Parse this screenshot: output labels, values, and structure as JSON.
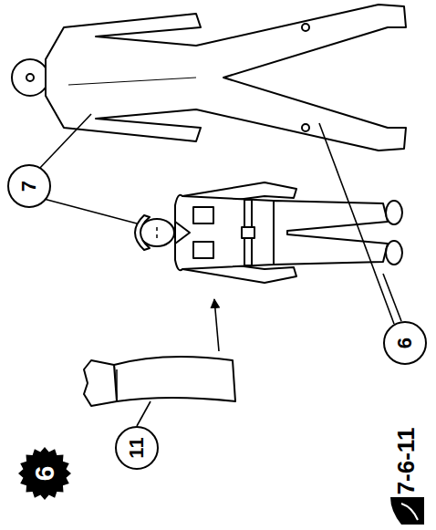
{
  "diagram": {
    "nodes": [
      {
        "text": [
          "6"
        ]
      },
      {
        "text": [
          "11"
        ]
      },
      {
        "text": [
          "7"
        ]
      },
      {
        "text": [
          "6"
        ]
      }
    ],
    "labels": [
      "7-6-11"
    ]
  }
}
